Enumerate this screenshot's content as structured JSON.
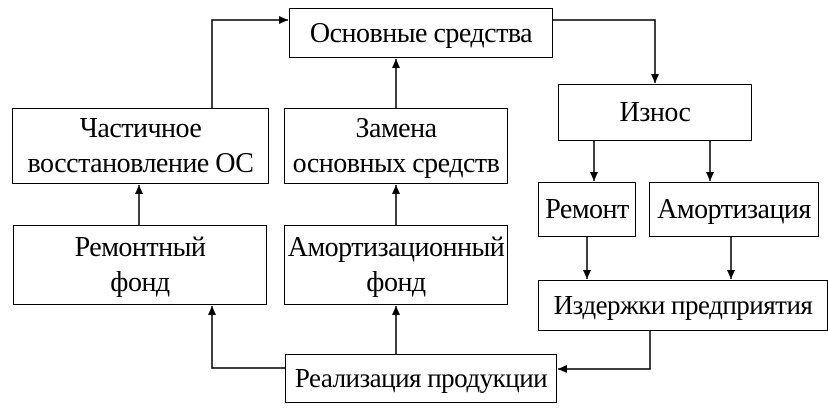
{
  "boxes": {
    "fixed_assets": "Основные средства",
    "wear": "Износ",
    "partial_restoration": [
      "Частичное",
      "восстановление ОС"
    ],
    "asset_replacement": [
      "Замена",
      "основных средств"
    ],
    "repair": "Ремонт",
    "depreciation": "Амортизация",
    "repair_fund": [
      "Ремонтный",
      "фонд"
    ],
    "depreciation_fund": [
      "Амортизационный",
      "фонд"
    ],
    "enterprise_costs": "Издержки предприятия",
    "product_sales": "Реализация продукции"
  },
  "colors": {
    "line": "#000000",
    "box_fill": "#ffffff"
  }
}
